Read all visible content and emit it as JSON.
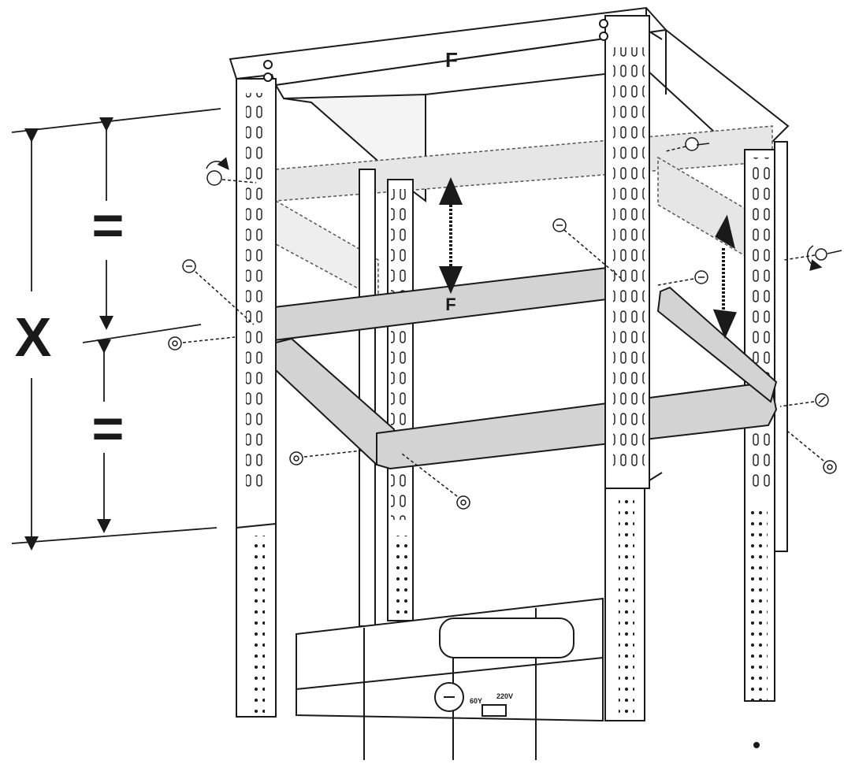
{
  "labels": {
    "front_top": "F",
    "front_bar": "F",
    "dimension_total": "X",
    "equal_upper": "=",
    "equal_lower": "=",
    "switch_left": "60Y",
    "switch_right": "220V"
  },
  "colors": {
    "line": "#1a1a1a",
    "frame_fill": "#ffffff",
    "bar_fill": "#d3d3d3",
    "ghost_fill": "#e6e6e6"
  },
  "icons": {
    "screw": "screw-icon",
    "rotate_arrow": "rotate-arrow-icon",
    "move_arrow": "double-arrow-icon"
  }
}
